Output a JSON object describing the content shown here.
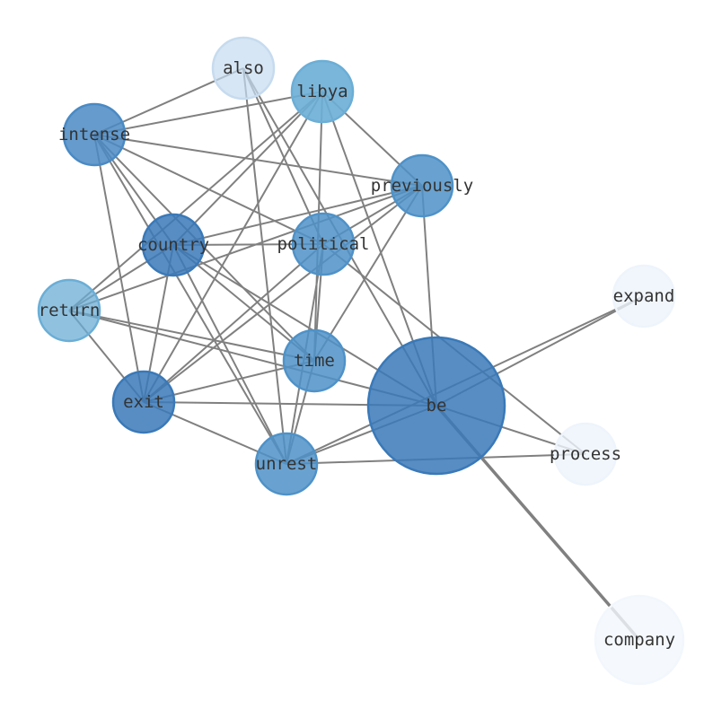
{
  "nodes": [
    {
      "id": "also",
      "label": "also",
      "color": "#c6dbef",
      "opacity": 0.7
    },
    {
      "id": "libya",
      "label": "libya",
      "color": "#6baed6",
      "opacity": 0.9
    },
    {
      "id": "intense",
      "label": "intense",
      "color": "#4a8ac4",
      "opacity": 0.85
    },
    {
      "id": "previously",
      "label": "previously",
      "color": "#4f92c8",
      "opacity": 0.85
    },
    {
      "id": "country",
      "label": "country",
      "color": "#3a79b8",
      "opacity": 0.85
    },
    {
      "id": "political",
      "label": "political",
      "color": "#4f92c8",
      "opacity": 0.85
    },
    {
      "id": "return",
      "label": "return",
      "color": "#6baed6",
      "opacity": 0.75
    },
    {
      "id": "expand",
      "label": "expand",
      "color": "#eef4fb",
      "opacity": 0.8
    },
    {
      "id": "time",
      "label": "time",
      "color": "#4f92c8",
      "opacity": 0.85
    },
    {
      "id": "be",
      "label": "be",
      "color": "#3a79b8",
      "opacity": 0.85
    },
    {
      "id": "exit",
      "label": "exit",
      "color": "#3a79b8",
      "opacity": 0.85
    },
    {
      "id": "unrest",
      "label": "unrest",
      "color": "#4f92c8",
      "opacity": 0.85
    },
    {
      "id": "process",
      "label": "process",
      "color": "#eef4fb",
      "opacity": 0.8
    },
    {
      "id": "company",
      "label": "company",
      "color": "#f2f7fd",
      "opacity": 0.8
    }
  ],
  "edges": [
    [
      "also",
      "intense"
    ],
    [
      "also",
      "unrest"
    ],
    [
      "also",
      "political"
    ],
    [
      "also",
      "be"
    ],
    [
      "libya",
      "intense"
    ],
    [
      "libya",
      "country"
    ],
    [
      "libya",
      "exit"
    ],
    [
      "libya",
      "return"
    ],
    [
      "libya",
      "previously"
    ],
    [
      "libya",
      "time"
    ],
    [
      "libya",
      "be"
    ],
    [
      "intense",
      "previously"
    ],
    [
      "intense",
      "country"
    ],
    [
      "intense",
      "exit"
    ],
    [
      "intense",
      "political"
    ],
    [
      "intense",
      "time"
    ],
    [
      "intense",
      "unrest"
    ],
    [
      "previously",
      "country"
    ],
    [
      "previously",
      "political"
    ],
    [
      "previously",
      "return"
    ],
    [
      "previously",
      "exit"
    ],
    [
      "previously",
      "time"
    ],
    [
      "previously",
      "be"
    ],
    [
      "country",
      "political"
    ],
    [
      "country",
      "return"
    ],
    [
      "country",
      "exit"
    ],
    [
      "country",
      "unrest"
    ],
    [
      "country",
      "time"
    ],
    [
      "country",
      "be"
    ],
    [
      "political",
      "exit"
    ],
    [
      "political",
      "time"
    ],
    [
      "political",
      "unrest"
    ],
    [
      "political",
      "process"
    ],
    [
      "return",
      "time"
    ],
    [
      "return",
      "be"
    ],
    [
      "return",
      "exit"
    ],
    [
      "time",
      "exit"
    ],
    [
      "time",
      "unrest"
    ],
    [
      "exit",
      "be"
    ],
    [
      "exit",
      "unrest"
    ],
    [
      "unrest",
      "be"
    ],
    [
      "unrest",
      "process"
    ],
    [
      "unrest",
      "expand"
    ],
    [
      "be",
      "expand"
    ],
    [
      "be",
      "process"
    ],
    [
      "be",
      "company"
    ]
  ],
  "edge_color": "#808080"
}
